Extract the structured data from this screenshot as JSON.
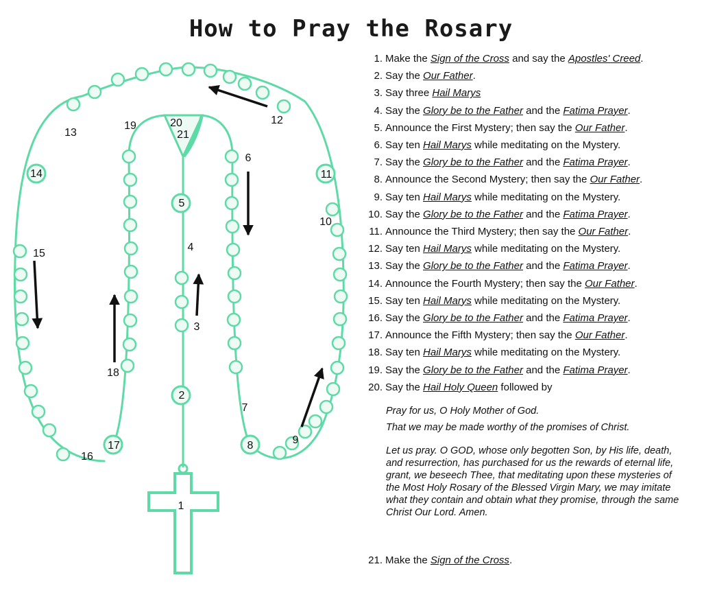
{
  "title": "How to Pray the Rosary",
  "colors": {
    "bead": "#5ddaa6",
    "bead_fill": "#eefaf4",
    "arrow": "#111111",
    "text": "#111111"
  },
  "steps": [
    {
      "num": "1.",
      "parts": [
        {
          "t": "Make the "
        },
        {
          "t": "Sign of the Cross",
          "link": true
        },
        {
          "t": " and say the "
        },
        {
          "t": "Apostles' Creed",
          "link": true
        },
        {
          "t": "."
        }
      ]
    },
    {
      "num": "2.",
      "parts": [
        {
          "t": "Say the "
        },
        {
          "t": "Our Father",
          "link": true
        },
        {
          "t": "."
        }
      ]
    },
    {
      "num": "3.",
      "parts": [
        {
          "t": "Say three "
        },
        {
          "t": "Hail Marys",
          "link": true
        }
      ]
    },
    {
      "num": "4.",
      "parts": [
        {
          "t": "Say the "
        },
        {
          "t": "Glory be to the Father",
          "link": true
        },
        {
          "t": " and the "
        },
        {
          "t": "Fatima Prayer",
          "link": true
        },
        {
          "t": "."
        }
      ]
    },
    {
      "num": "5.",
      "parts": [
        {
          "t": "Announce the First Mystery; then say the "
        },
        {
          "t": "Our Father",
          "link": true
        },
        {
          "t": "."
        }
      ]
    },
    {
      "num": "6.",
      "parts": [
        {
          "t": "Say ten "
        },
        {
          "t": "Hail Marys",
          "link": true
        },
        {
          "t": " while meditating on the Mystery."
        }
      ]
    },
    {
      "num": "7.",
      "parts": [
        {
          "t": "Say the "
        },
        {
          "t": "Glory be to the Father",
          "link": true
        },
        {
          "t": " and the "
        },
        {
          "t": "Fatima Prayer",
          "link": true
        },
        {
          "t": "."
        }
      ]
    },
    {
      "num": "8.",
      "parts": [
        {
          "t": "Announce the Second Mystery; then say the "
        },
        {
          "t": "Our Father",
          "link": true
        },
        {
          "t": "."
        }
      ]
    },
    {
      "num": "9.",
      "parts": [
        {
          "t": "Say ten "
        },
        {
          "t": "Hail Marys",
          "link": true
        },
        {
          "t": " while meditating on the Mystery."
        }
      ]
    },
    {
      "num": "10.",
      "parts": [
        {
          "t": "Say the "
        },
        {
          "t": "Glory be to the Father",
          "link": true
        },
        {
          "t": " and the "
        },
        {
          "t": "Fatima Prayer",
          "link": true
        },
        {
          "t": "."
        }
      ]
    },
    {
      "num": "11.",
      "parts": [
        {
          "t": "Announce the Third Mystery; then say the "
        },
        {
          "t": "Our Father",
          "link": true
        },
        {
          "t": "."
        }
      ]
    },
    {
      "num": "12.",
      "parts": [
        {
          "t": "Say ten "
        },
        {
          "t": "Hail Marys",
          "link": true
        },
        {
          "t": " while meditating on the Mystery."
        }
      ]
    },
    {
      "num": "13.",
      "parts": [
        {
          "t": "Say the "
        },
        {
          "t": "Glory be to the Father",
          "link": true
        },
        {
          "t": " and the "
        },
        {
          "t": "Fatima Prayer",
          "link": true
        },
        {
          "t": "."
        }
      ]
    },
    {
      "num": "14.",
      "parts": [
        {
          "t": "Announce the Fourth Mystery; then say the "
        },
        {
          "t": "Our Father",
          "link": true
        },
        {
          "t": "."
        }
      ]
    },
    {
      "num": "15.",
      "parts": [
        {
          "t": "Say ten "
        },
        {
          "t": "Hail Marys",
          "link": true
        },
        {
          "t": " while meditating on the Mystery."
        }
      ]
    },
    {
      "num": "16.",
      "parts": [
        {
          "t": "Say the "
        },
        {
          "t": "Glory be to the Father",
          "link": true
        },
        {
          "t": " and the "
        },
        {
          "t": "Fatima Prayer",
          "link": true
        },
        {
          "t": "."
        }
      ]
    },
    {
      "num": "17.",
      "parts": [
        {
          "t": "Announce the Fifth Mystery; then say the "
        },
        {
          "t": "Our Father",
          "link": true
        },
        {
          "t": "."
        }
      ]
    },
    {
      "num": "18.",
      "parts": [
        {
          "t": "Say ten "
        },
        {
          "t": "Hail Marys",
          "link": true
        },
        {
          "t": " while meditating on the Mystery."
        }
      ]
    },
    {
      "num": "19.",
      "parts": [
        {
          "t": "Say the "
        },
        {
          "t": "Glory be to the Father",
          "link": true
        },
        {
          "t": " and the "
        },
        {
          "t": "Fatima Prayer",
          "link": true
        },
        {
          "t": "."
        }
      ]
    },
    {
      "num": "20.",
      "parts": [
        {
          "t": "Say the "
        },
        {
          "t": "Hail Holy Queen",
          "link": true
        },
        {
          "t": " followed by"
        }
      ]
    },
    {
      "num": "21.",
      "parts": [
        {
          "t": "Make the "
        },
        {
          "t": "Sign of the Cross",
          "link": true
        },
        {
          "t": "."
        }
      ]
    }
  ],
  "prayer": {
    "lines": [
      "Pray for us, O Holy Mother of God.",
      "That we may be made worthy of the promises of Christ."
    ],
    "closing": "Let us pray. O GOD, whose only begotten Son, by His life, death, and resurrection, has purchased for us the rewards of eternal life, grant, we beseech Thee, that meditating upon these mysteries of the Most Holy Rosary of the Blessed Virgin Mary, we may imitate what they contain and obtain what they promise, through the same Christ Our Lord. Amen."
  },
  "diagram_labels": {
    "cross": "1",
    "our_father_1": "2",
    "hail_marys_3": "3",
    "glory_4": "4",
    "mystery_1": "5",
    "decade_1": "6",
    "glory_7": "7",
    "mystery_2": "8",
    "decade_2": "9",
    "glory_10": "10",
    "mystery_3": "11",
    "decade_3": "12",
    "glory_13": "13",
    "mystery_4": "14",
    "decade_4": "15",
    "glory_16": "16",
    "mystery_5": "17",
    "decade_5": "18",
    "glory_19": "19",
    "hail_holy_queen": "20",
    "sign_of_cross_end": "21"
  }
}
